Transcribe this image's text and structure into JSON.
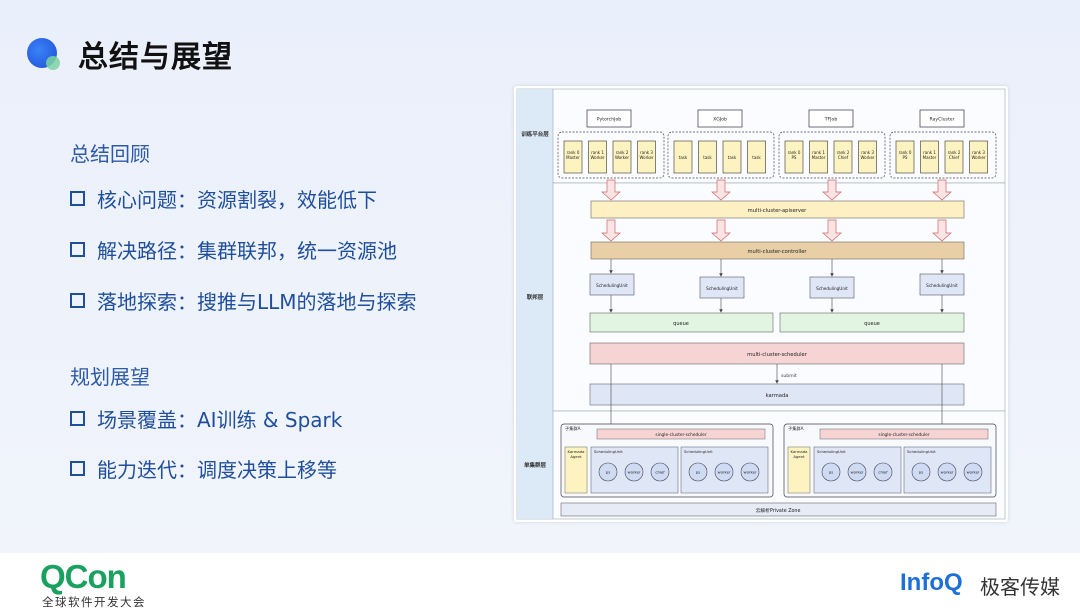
{
  "title": "总结与展望",
  "sections": [
    {
      "heading": "总结回顾",
      "items": [
        "核心问题：资源割裂，效能低下",
        "解决路径：集群联邦，统一资源池",
        "落地探索：搜推与LLM的落地与探索"
      ]
    },
    {
      "heading": "规划展望",
      "items": [
        "场景覆盖：AI训练 & Spark",
        "能力迭代：调度决策上移等"
      ]
    }
  ],
  "diagram": {
    "layers": [
      "训练平台层",
      "联邦层",
      "单集群层"
    ],
    "jobs": [
      {
        "name": "PytorchJob",
        "ranks": [
          "rank 0\nMaster",
          "rank 1\nWorker",
          "rank 2\nWorker",
          "rank 3\nWorker"
        ]
      },
      {
        "name": "XGJob",
        "ranks": [
          "task",
          "task",
          "task",
          "task"
        ]
      },
      {
        "name": "TFJob",
        "ranks": [
          "rank 0\nPS",
          "rank 1\nMaster",
          "rank 2\nChief",
          "rank 3\nWorker"
        ]
      },
      {
        "name": "RayCluster",
        "ranks": [
          "rank 0\nPS",
          "rank 1\nMaster",
          "rank 2\nChief",
          "rank 3\nWorker"
        ]
      }
    ],
    "apiserver": "multi-cluster-apiserver",
    "controller": "multi-cluster-controller",
    "scheduling_unit": "SchedulingUnit",
    "queue": "queue",
    "scheduler": "multi-cluster-scheduler",
    "submit": "submit",
    "karmada": "karmada",
    "subcluster": "子集群A",
    "single_scheduler": "single-cluster-scheduler",
    "karmada_agent": "Karmada\nAgent",
    "pods_a": [
      "ps",
      "worker",
      "chief"
    ],
    "pods_b": [
      "ps",
      "worker",
      "worker"
    ],
    "zone": "云解析Private Zone"
  },
  "footer": {
    "logo": "QCon",
    "logo_sub": "全球软件开发大会",
    "brand": "InfoQ",
    "brand_cn": "极客传媒"
  }
}
